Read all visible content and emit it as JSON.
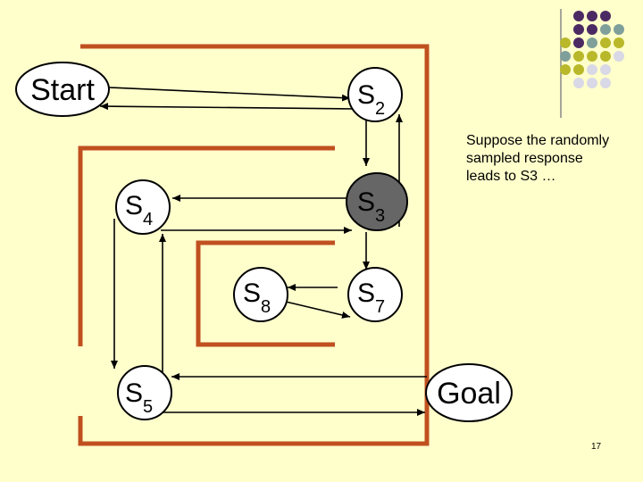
{
  "nodes": {
    "start": {
      "label": "Start"
    },
    "s2": {
      "base": "S",
      "sub": "2"
    },
    "s4": {
      "base": "S",
      "sub": "4"
    },
    "s3": {
      "base": "S",
      "sub": "3"
    },
    "s8": {
      "base": "S",
      "sub": "8"
    },
    "s7": {
      "base": "S",
      "sub": "7"
    },
    "s5": {
      "base": "S",
      "sub": "5"
    },
    "goal": {
      "label": "Goal"
    }
  },
  "caption": "Suppose the randomly sampled response leads to S3 …",
  "page_number": "17",
  "colors": {
    "background": "#ffffcc",
    "border": "#c0501f",
    "highlight_node": "#666666",
    "node_fill": "#ffffff",
    "dot_purple": "#4b2a63",
    "dot_teal": "#7f9f9a",
    "dot_olive": "#b8b82a",
    "dot_lavender": "#d8d8e6"
  }
}
